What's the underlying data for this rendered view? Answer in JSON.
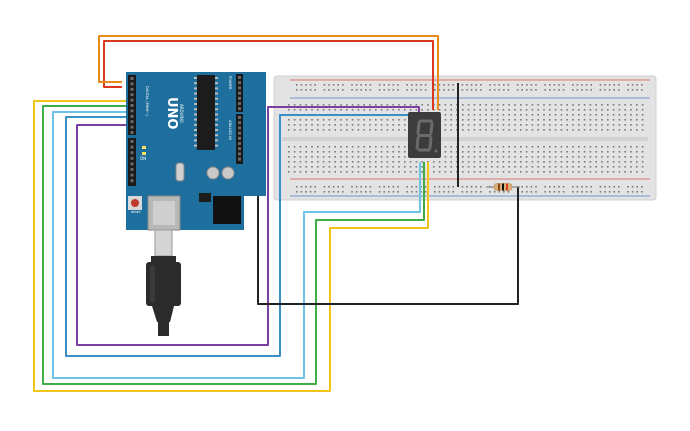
{
  "colors": {
    "board": "#1f6f9e",
    "board_edge": "#17577d",
    "breadboard": "#e3e3e3",
    "breadboard_hole": "#7a7a7a",
    "rail_red": "#d9534f",
    "rail_blue": "#4a7ec2",
    "segment_display": "#3c3c3c",
    "segment_on": "#6b6b6b",
    "usb_plug": "#2b2b2b",
    "wire_red": "#d93a1e",
    "wire_orange": "#e88b1a",
    "wire_purple": "#7b3fa0",
    "wire_blue": "#3a8fc9",
    "wire_green": "#3fae49",
    "wire_yellow": "#f0c419",
    "wire_black": "#222222"
  },
  "arduino": {
    "brand_text": "UNO",
    "subtitle_text": "ARDUINO",
    "digital_label": "DIGITAL (PWM~)",
    "analog_label": "ANALOG IN",
    "power_label": "POWER",
    "reset_label": "RESET",
    "on_label": "ON"
  },
  "display": {
    "digit": "8"
  },
  "icons": {
    "usb": "usb-connector-icon",
    "resistor": "resistor-icon",
    "display": "seven-segment-display-icon"
  }
}
